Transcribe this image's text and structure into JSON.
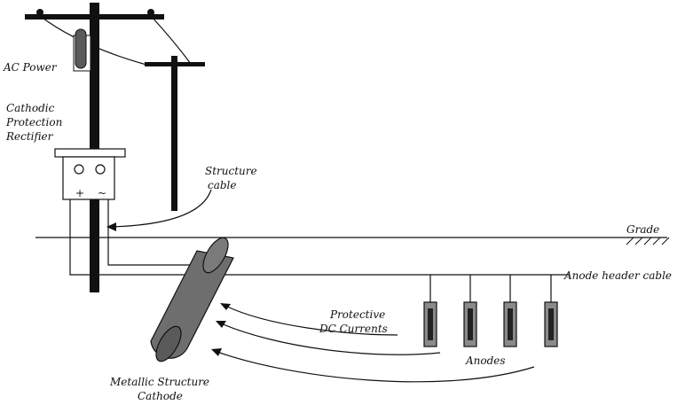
{
  "labels": {
    "ac_power": "AC Power",
    "rectifier_line1": "Cathodic",
    "rectifier_line2": "Protection",
    "rectifier_line3": "Rectifier",
    "structure_cable_line1": "Structure",
    "structure_cable_line2": "cable",
    "grade": "Grade",
    "anode_header_cable": "Anode header cable",
    "protective_line1": "Protective",
    "protective_line2": "DC Currents",
    "anodes": "Anodes",
    "cathode_line1": "Metallic Structure",
    "cathode_line2": "Cathode",
    "terminal_plus": "+",
    "terminal_minus": "~"
  },
  "colors": {
    "line": "#111111",
    "pipe_fill": "#6e6e6e",
    "pipe_dark": "#555555",
    "anode_fill": "#8a8a8a"
  }
}
